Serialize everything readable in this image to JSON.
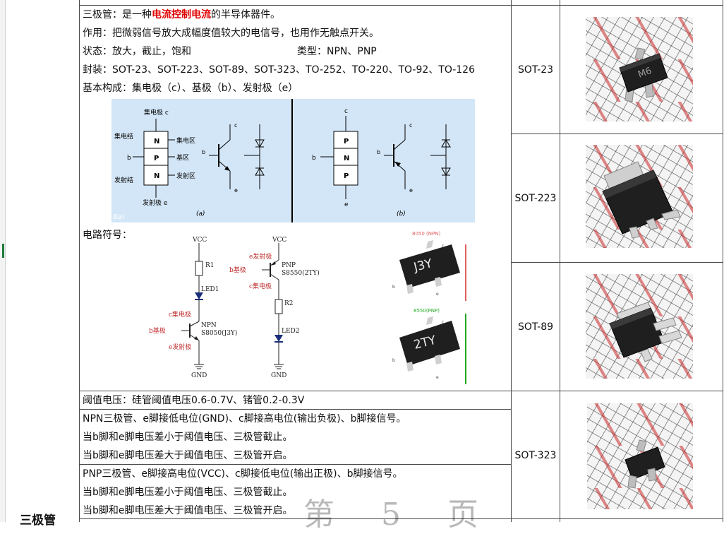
{
  "section_title": "三极管",
  "rows": {
    "def_prefix": "三极管：是一种",
    "def_highlight": "电流控制电流",
    "def_suffix": "的半导体器件。",
    "function": "作用：把微弱信号放大成幅度值较大的电信号，也用作无触点开关。",
    "states": "状态：放大，截止，饱和",
    "types": "类型：NPN、PNP",
    "packages": "封装：SOT-23、SOT-223、SOT-89、SOT-323、TO-252、TO-220、TO-92、TO-126",
    "structure": "基本构成：集电极（c）、基极（b）、发射极（e）",
    "circuit_label": "电路符号：",
    "threshold": "阈值电压：硅管阈值电压0.6-0.7V、锗管0.2-0.3V",
    "npn_line1": "NPN三极管、e脚接低电位(GND)、c脚接高电位(输出负极)、b脚接信号。",
    "npn_line2": "当b脚和e脚电压差小于阈值电压、三极管截止。",
    "npn_line3": "当b脚和e脚电压差大于阈值电压、三极管开启。",
    "pnp_line1": "PNP三极管、e脚接高电位(VCC)、c脚接低电位(输出正极)、b脚接信号。",
    "pnp_line2": "当b脚和e脚电压差小于阈值电压、三极管截止。",
    "pnp_line3": "当b脚和e脚电压差大于阈值电压、三极管开启。"
  },
  "diagram": {
    "npn": {
      "collector_top": "集电极 c",
      "collector_junction": "集电结",
      "collector_region": "集电区",
      "base_pin": "b",
      "base_region": "基区",
      "emitter_junction": "发射结",
      "emitter_region": "发射区",
      "emitter_bottom": "发射极 e",
      "layers": [
        "N",
        "P",
        "N"
      ],
      "caption": "(a)"
    },
    "pnp": {
      "c": "c",
      "b": "b",
      "e": "e",
      "layers": [
        "P",
        "N",
        "P"
      ],
      "caption": "(b)"
    },
    "symbol_pins": {
      "c": "c",
      "b": "b",
      "e": "e"
    },
    "baidu_mark": "Bai"
  },
  "circuits": {
    "npn": {
      "vcc": "VCC",
      "r1": "R1",
      "led": "LED1",
      "c_label": "c集电极",
      "b_label": "b基极",
      "e_label": "e发射极",
      "type": "NPN",
      "part": "S8050(J3Y)",
      "gnd": "GND"
    },
    "pnp": {
      "vcc": "VCC",
      "e_label": "e发射极",
      "b_label": "b基极",
      "c_label": "c集电极",
      "type": "PNP",
      "part": "S8550(2TY)",
      "r2": "R2",
      "led": "LED2",
      "gnd": "GND"
    }
  },
  "chips": {
    "npn_title": "8050 (NPN)",
    "npn_mark": "J3Y",
    "pnp_title": "8550(PNP)",
    "pnp_mark": "2TY",
    "pins": {
      "c": "c",
      "b": "b",
      "e": "e"
    }
  },
  "packages": [
    "SOT-23",
    "SOT-223",
    "SOT-89",
    "SOT-323"
  ],
  "photo_marks": [
    "M6"
  ],
  "watermark": "第 5 页",
  "colors": {
    "highlight": "#e00000",
    "diagram_bg": "#d3e6f7",
    "chip_body": "#1f1f1f",
    "pnp_title": "#22aa22",
    "npn_title": "#e06060"
  }
}
